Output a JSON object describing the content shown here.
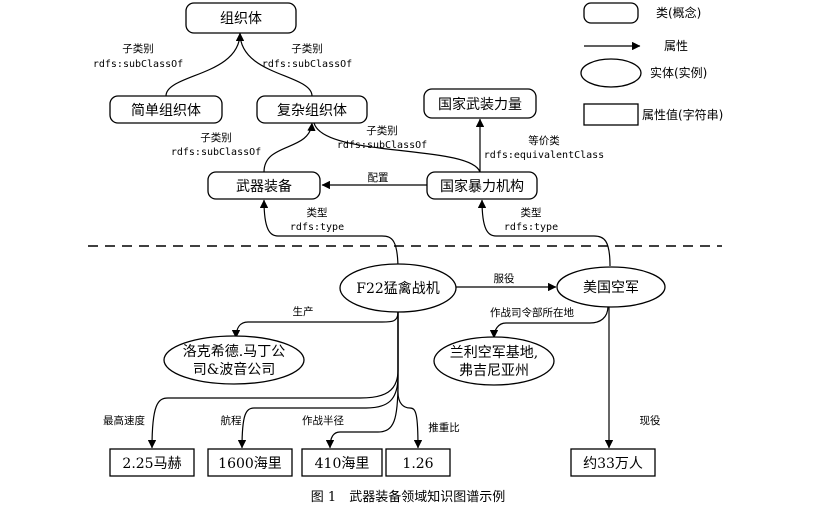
{
  "legend": {
    "class_label": "类(概念)",
    "property_label": "属性",
    "instance_label": "实体(实例)",
    "value_label": "属性值(字符串)"
  },
  "classes": {
    "organization": "组织体",
    "simple_org": "简单组织体",
    "complex_org": "复杂组织体",
    "national_armed_force": "国家武装力量",
    "weapon_equipment": "武器装备",
    "national_violence_org": "国家暴力机构"
  },
  "instances": {
    "f22": "F22猛禽战机",
    "usaf": "美国空军",
    "lockheed_line1": "洛克希德.马丁公",
    "lockheed_line2": "司&波音公司",
    "langley_line1": "兰利空军基地,",
    "langley_line2": "弗吉尼亚州"
  },
  "values": {
    "max_speed": "2.25马赫",
    "range": "1600海里",
    "combat_radius": "410海里",
    "thrust_weight": "1.26",
    "active_duty": "约33万人"
  },
  "edges": {
    "subclass_cn": "子类别",
    "subclass_rdfs": "rdfs:subClassOf",
    "equivalent_cn": "等价类",
    "equivalent_rdfs": "rdfs:equivalentClass",
    "equip": "配置",
    "type_cn": "类型",
    "type_rdfs": "rdfs:type",
    "serve": "服役",
    "produce": "生产",
    "hq_location": "作战司令部所在地",
    "max_speed": "最高速度",
    "range": "航程",
    "combat_radius": "作战半径",
    "thrust_weight": "推重比",
    "active_duty": "现役"
  },
  "caption": "图 1　武器装备领域知识图谱示例"
}
